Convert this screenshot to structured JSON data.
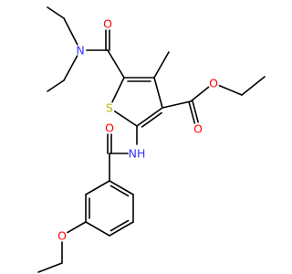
{
  "molecule": {
    "atom_labels": {
      "n_amide": "N",
      "o_amide_top": "O",
      "o_ester_carbonyl": "O",
      "o_ester_ether": "O",
      "s_ring": "S",
      "n_h": "NH",
      "o_benzoyl": "O",
      "o_ethoxy": "O"
    },
    "colors": {
      "bond": "#000000",
      "nitrogen": "#3333ff",
      "oxygen": "#ff0000",
      "sulfur": "#b8b800",
      "background": "#ffffff"
    }
  }
}
